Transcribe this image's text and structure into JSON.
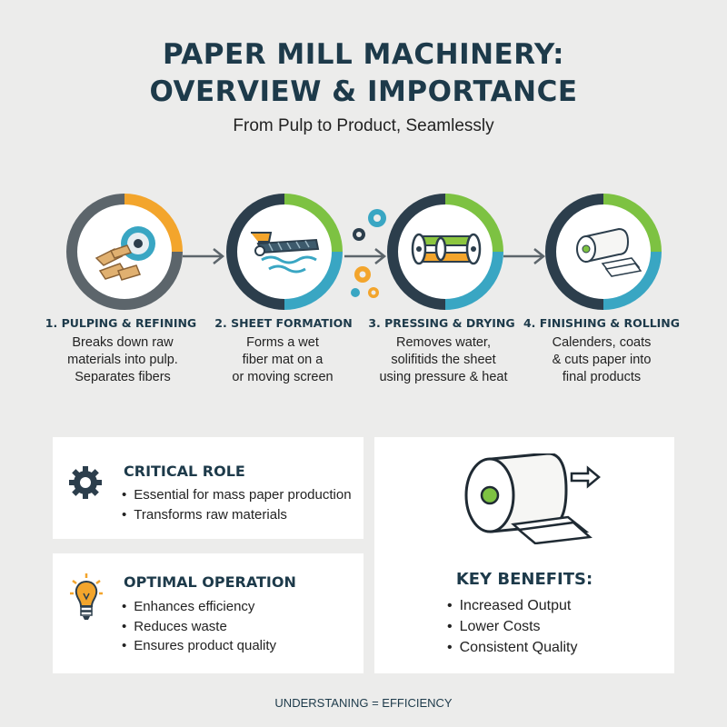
{
  "header": {
    "title_line1": "PAPER MILL MACHINERY:",
    "title_line2": "OVERVIEW & IMPORTANCE",
    "subtitle": "From Pulp to Product, Seamlessly"
  },
  "colors": {
    "navy": "#2c3e4c",
    "orange": "#f3a52c",
    "green": "#7dc242",
    "teal": "#39a6c3",
    "gray": "#5c656b"
  },
  "steps": [
    {
      "title": "1. PULPING & REFINING",
      "desc_lines": [
        "Breaks down raw",
        "materials into pulp.",
        "Separates fibers"
      ],
      "icon": "pulp-bales-icon"
    },
    {
      "title": "2. SHEET FORMATION",
      "desc_lines": [
        "Forms a wet",
        "fiber mat on a",
        "or moving screen"
      ],
      "icon": "forming-screen-icon"
    },
    {
      "title": "3. PRESSING & DRYING",
      "desc_lines": [
        "Removes water,",
        "solifitids the sheet",
        "using pressure & heat"
      ],
      "icon": "press-rollers-icon"
    },
    {
      "title": "4. FINISHING & ROLLING",
      "desc_lines": [
        "Calenders, coats",
        "& cuts paper into",
        "final products"
      ],
      "icon": "paper-roll-icon"
    }
  ],
  "critical_role": {
    "title": "CRITICAL ROLE",
    "icon": "gear-icon",
    "items": [
      "Essential for mass paper production",
      "Transforms raw materials"
    ]
  },
  "optimal_operation": {
    "title": "OPTIMAL OPERATION",
    "icon": "lightbulb-icon",
    "items": [
      "Enhances efficiency",
      "Reduces waste",
      "Ensures product quality"
    ]
  },
  "key_benefits": {
    "title": "KEY BENEFITS:",
    "icon": "paper-roll-icon",
    "items": [
      "Increased Output",
      "Lower Costs",
      "Consistent Quality"
    ]
  },
  "footer": "UNDERSTANING = EFFICIENCY"
}
